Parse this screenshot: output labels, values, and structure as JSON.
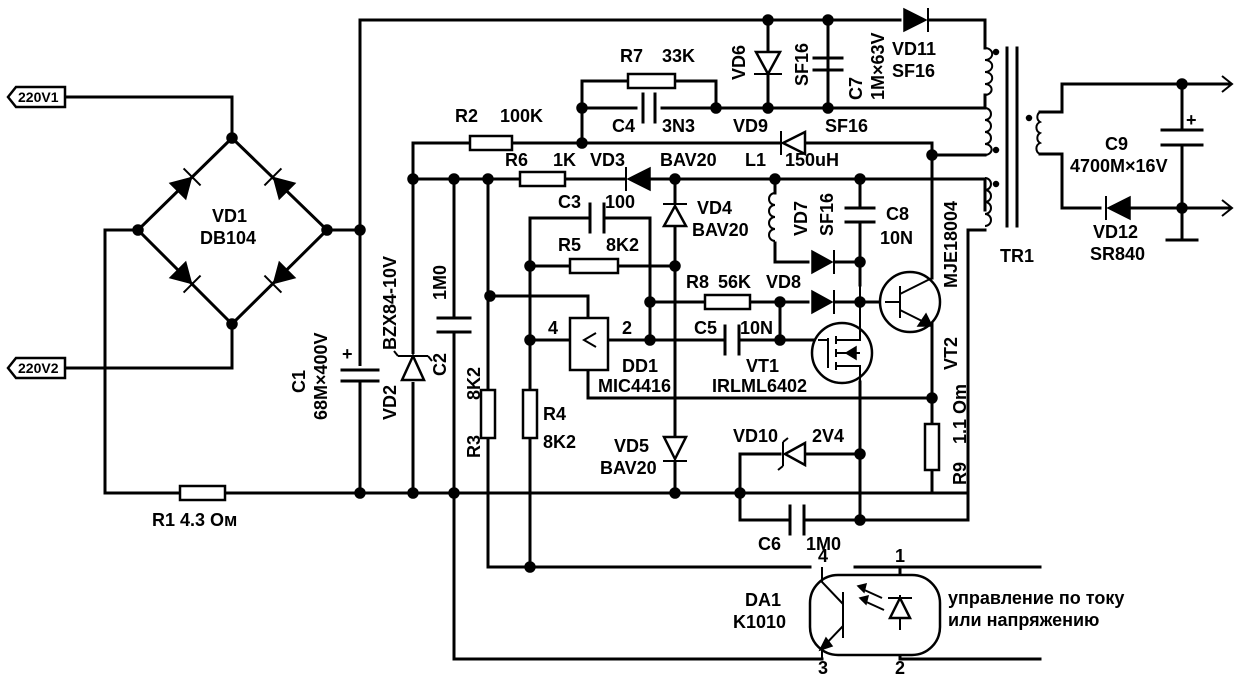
{
  "inputs": {
    "l1": "220V1",
    "l2": "220V2"
  },
  "labels": {
    "vd1": "VD1",
    "vd1_type": "DB104",
    "r1": "R1 4.3 Ом",
    "c1": "C1",
    "c1_val": "68M×400V",
    "vd2": "VD2",
    "vd2_type": "BZX84-10V",
    "c2": "C2",
    "c2_val": "1M0",
    "r2": "R2",
    "r2_val": "100K",
    "r3": "R3",
    "r3_val": "8K2",
    "r4": "R4",
    "r4_val": "8K2",
    "r5": "R5",
    "r5_val": "8K2",
    "r6": "R6",
    "r6_val": "1K",
    "r7": "R7",
    "r7_val": "33K",
    "r8": "R8",
    "r8_val": "56K",
    "r9": "R9",
    "r9_val": "1.1 Om",
    "c3": "C3",
    "c3_val": "100",
    "c4": "C4",
    "c4_val": "3N3",
    "c5": "C5",
    "c5_val": "10N",
    "c6": "C6",
    "c6_val": "1M0",
    "c7": "C7",
    "c7_val": "1M×63V",
    "c8": "C8",
    "c8_val": "10N",
    "c9": "C9",
    "c9_val": "4700M×16V",
    "vd3": "VD3",
    "vd3_type": "BAV20",
    "vd4": "VD4",
    "vd4_type": "BAV20",
    "vd5": "VD5",
    "vd5_type": "BAV20",
    "vd6": "VD6",
    "vd6_type": "SF16",
    "vd7": "VD7",
    "vd7_type": "SF16",
    "vd8": "VD8",
    "vd9": "VD9",
    "vd9_type": "SF16",
    "vd10": "VD10",
    "vd10_type": "2V4",
    "vd11": "VD11",
    "vd11_type": "SF16",
    "vd12": "VD12",
    "vd12_type": "SR840",
    "l1": "L1",
    "l1_val": "150uH",
    "dd1": "DD1",
    "dd1_type": "MIC4416",
    "dd1_pin4": "4",
    "dd1_pin2": "2",
    "vt1": "VT1",
    "vt1_type": "IRLML6402",
    "vt2": "VT2",
    "vt2_type": "MJE18004",
    "tr1": "TR1",
    "da1": "DA1",
    "da1_type": "K1010",
    "da1_pin1": "1",
    "da1_pin2": "2",
    "da1_pin3": "3",
    "da1_pin4": "4",
    "control_line1": "управление по току",
    "control_line2": "или напряжению",
    "plus": "+"
  }
}
